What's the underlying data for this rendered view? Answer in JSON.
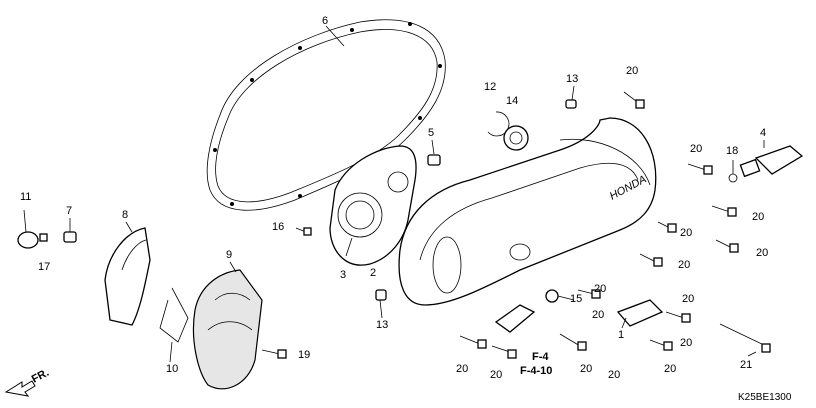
{
  "callouts": {
    "c1": "1",
    "c2": "2",
    "c3": "3",
    "c4": "4",
    "c5": "5",
    "c6": "6",
    "c7": "7",
    "c8": "8",
    "c9": "9",
    "c10": "10",
    "c11": "11",
    "c12": "12",
    "c13a": "13",
    "c13b": "13",
    "c14": "14",
    "c15": "15",
    "c16": "16",
    "c17": "17",
    "c18": "18",
    "c19": "19",
    "c20": "20",
    "c21": "21"
  },
  "references": {
    "ref1": "F-4",
    "ref2": "F-4-10"
  },
  "brand_text": "HONDA",
  "front_label": "FR.",
  "diagram_code": "K25BE1300",
  "colors": {
    "line": "#000000",
    "shade": "#e6e6e6",
    "background": "#ffffff"
  }
}
